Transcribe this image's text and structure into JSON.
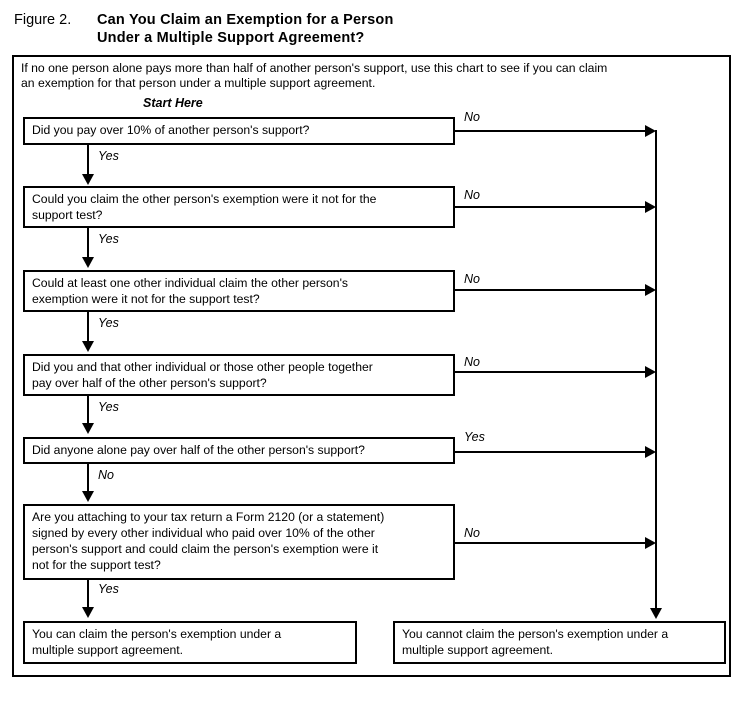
{
  "colors": {
    "ink": "#000000",
    "paper": "#ffffff"
  },
  "figure": {
    "label": "Figure 2.",
    "title_lines": [
      "Can You Claim an Exemption for a Person",
      "Under a Multiple Support Agreement?"
    ]
  },
  "intro": {
    "lines": [
      "If no one person alone pays more than half of another person's support, use this chart to see if you can claim",
      "an exemption for that person under a multiple support agreement."
    ]
  },
  "start_here": "Start Here",
  "flow": {
    "nodes": [
      {
        "lines": [
          "Did you pay over 10% of another person's support?"
        ],
        "right_label": "No",
        "down_label": "Yes"
      },
      {
        "lines": [
          "Could you claim the other person's exemption were it not for the",
          "support test?"
        ],
        "right_label": "No",
        "down_label": "Yes"
      },
      {
        "lines": [
          "Could at least one other individual claim the other person's",
          "exemption were it not for the support test?"
        ],
        "right_label": "No",
        "down_label": "Yes"
      },
      {
        "lines": [
          "Did you and that other individual or those other people together",
          "pay over half of the other person's support?"
        ],
        "right_label": "No",
        "down_label": "Yes"
      },
      {
        "lines": [
          "Did anyone alone pay over half of the other person's support?"
        ],
        "right_label": "Yes",
        "down_label": "No"
      },
      {
        "lines": [
          "Are you attaching to your tax return a Form 2120 (or a statement)",
          "signed by every other individual who paid over 10% of the other",
          "person's support and could claim the person's exemption were it",
          "not for the support test?"
        ],
        "right_label": "No",
        "down_label": "Yes"
      }
    ],
    "results": {
      "can": {
        "lines": [
          "You can claim the person's exemption under a",
          "multiple support agreement."
        ]
      },
      "cannot": {
        "lines": [
          "You cannot claim the person's exemption under a",
          "multiple support agreement."
        ]
      }
    }
  }
}
